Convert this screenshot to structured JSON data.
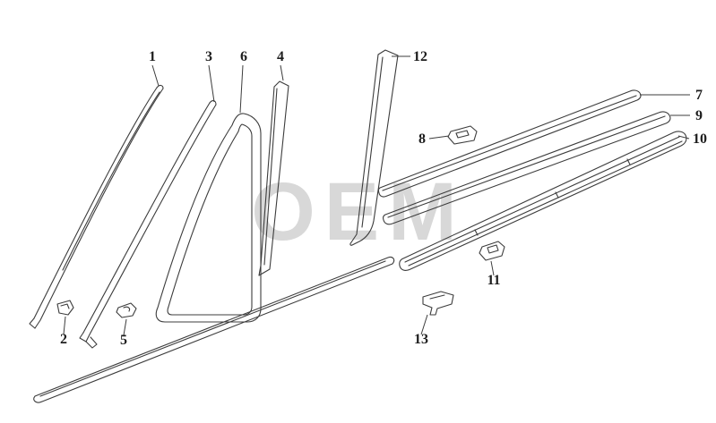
{
  "diagram": {
    "watermark": "OEM",
    "colors": {
      "line": "#3c3c3c",
      "watermark": "#d8d8d8",
      "background": "#ffffff"
    },
    "callouts": [
      "1",
      "2",
      "3",
      "4",
      "5",
      "6",
      "7",
      "8",
      "9",
      "10",
      "11",
      "12",
      "13"
    ]
  }
}
